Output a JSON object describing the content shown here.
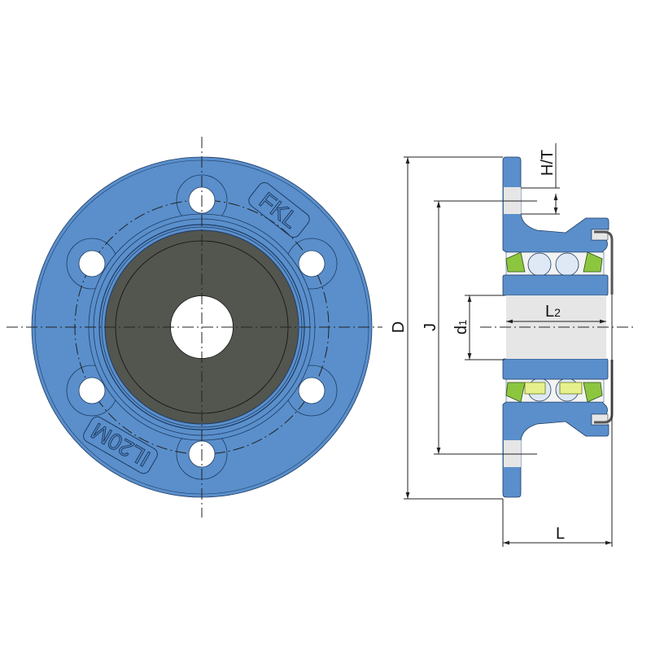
{
  "title": "Flanged bearing unit FKL – front view and section",
  "colors": {
    "housing": "#5a8fcb",
    "outline": "#1d3b63",
    "insert_face": "#53554f",
    "bore": "#e6e6e6",
    "seal": "#8cc63f",
    "cage": "#e6f08c",
    "cover": "#555555"
  },
  "front_view": {
    "bolt_holes": 6,
    "markings": {
      "top_right": "FKL",
      "bottom_left": "IL20M"
    }
  },
  "dimensions": {
    "D": "D",
    "J": "J",
    "d1_main": "d",
    "d1_sub": "1",
    "L2_main": "L",
    "L2_sub": "2",
    "HT": "H/T",
    "L": "L"
  }
}
